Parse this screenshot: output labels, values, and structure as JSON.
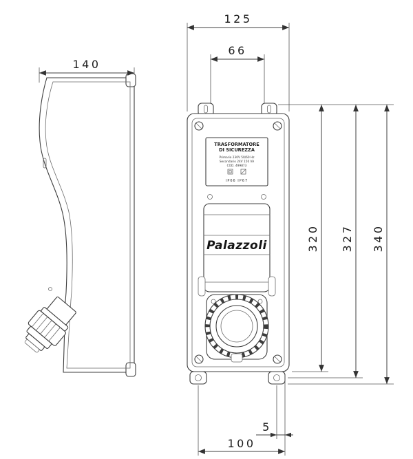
{
  "drawing": {
    "brand_logo": "Palazzoli",
    "label_plate": {
      "title_line1": "TRASFORMATORE",
      "title_line2": "DI SICUREZZA",
      "spec_line1": "Primario 230V 50/60 Hz",
      "spec_line2": "Secondario 24V 150 VA",
      "spec_line3": "COD. 499873",
      "ip_rating": "IP66  IP67"
    },
    "dimensions": {
      "side_depth": "140",
      "overall_width": "125",
      "fixing_slot_spacing_top": "66",
      "body_height": "320",
      "fixing_height": "327",
      "overall_height": "340",
      "foot_slot_offset": "5",
      "fixing_slot_spacing_bottom": "100"
    },
    "colors": {
      "line": "#3c3c3c",
      "dimension": "#3f3f3f",
      "background": "#ffffff"
    }
  }
}
